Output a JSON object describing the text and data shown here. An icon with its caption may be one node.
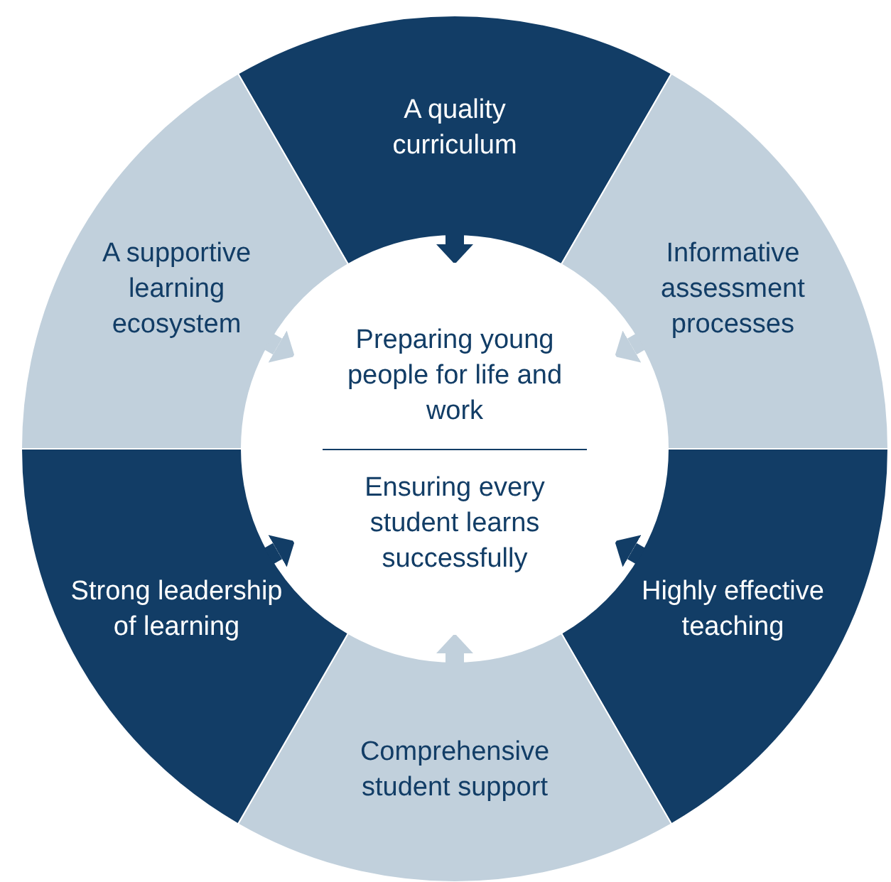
{
  "diagram": {
    "nodes": [
      {
        "text": [
          "A quality curriculum"
        ]
      },
      {
        "text": [
          "Informative assessment processes"
        ]
      },
      {
        "text": [
          "Highly effective teaching"
        ]
      },
      {
        "text": [
          "Comprehensive student support"
        ]
      },
      {
        "text": [
          "Strong leadership of learning"
        ]
      },
      {
        "text": [
          "A supportive learning ecosystem"
        ]
      },
      {
        "text": [
          "Preparing young people for life and work",
          "Ensuring every student learns successfully"
        ]
      }
    ],
    "edges": [
      {
        "from": 0,
        "to": 6,
        "arrow": "to"
      },
      {
        "from": 1,
        "to": 6,
        "arrow": "to",
        "color": "#c1d0dc"
      },
      {
        "from": 2,
        "to": 6,
        "arrow": "to"
      },
      {
        "from": 3,
        "to": 6,
        "arrow": "to",
        "color": "#c1d0dc"
      },
      {
        "from": 4,
        "to": 6,
        "arrow": "to"
      },
      {
        "from": 5,
        "to": 6,
        "arrow": "to",
        "color": "#c1d0dc"
      }
    ]
  }
}
